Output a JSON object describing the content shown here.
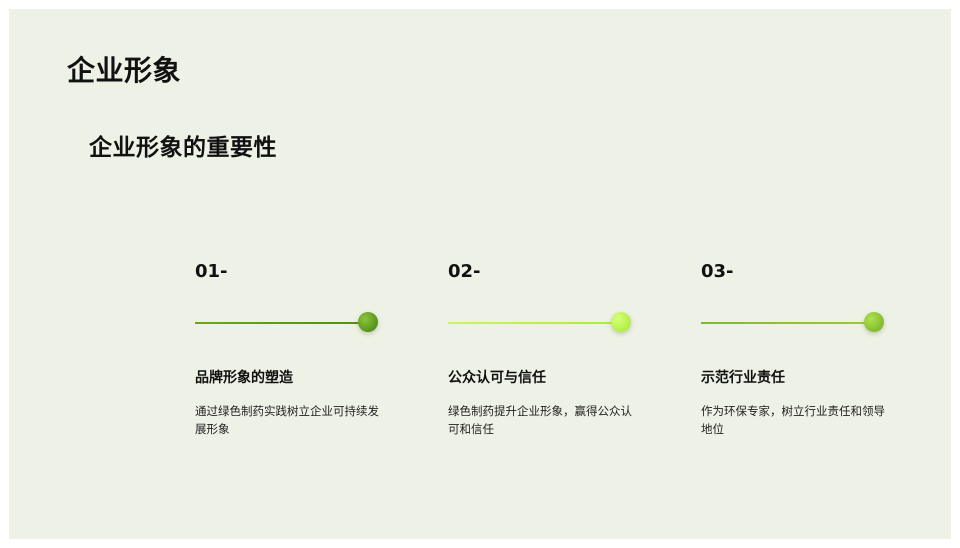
{
  "slide": {
    "title": "企业形象",
    "subtitle": "企业形象的重要性"
  },
  "colors": {
    "background": "#eef1e5",
    "dark_green": "#5c9a1c",
    "light_green": "#b8f24a"
  },
  "items": [
    {
      "number": "01-",
      "heading": "品牌形象的塑造",
      "description": "通过绿色制药实践树立企业可持续发展形象"
    },
    {
      "number": "02-",
      "heading": "公众认可与信任",
      "description": "绿色制药提升企业形象，赢得公众认可和信任"
    },
    {
      "number": "03-",
      "heading": "示范行业责任",
      "description": "作为环保专家，树立行业责任和领导地位"
    }
  ]
}
